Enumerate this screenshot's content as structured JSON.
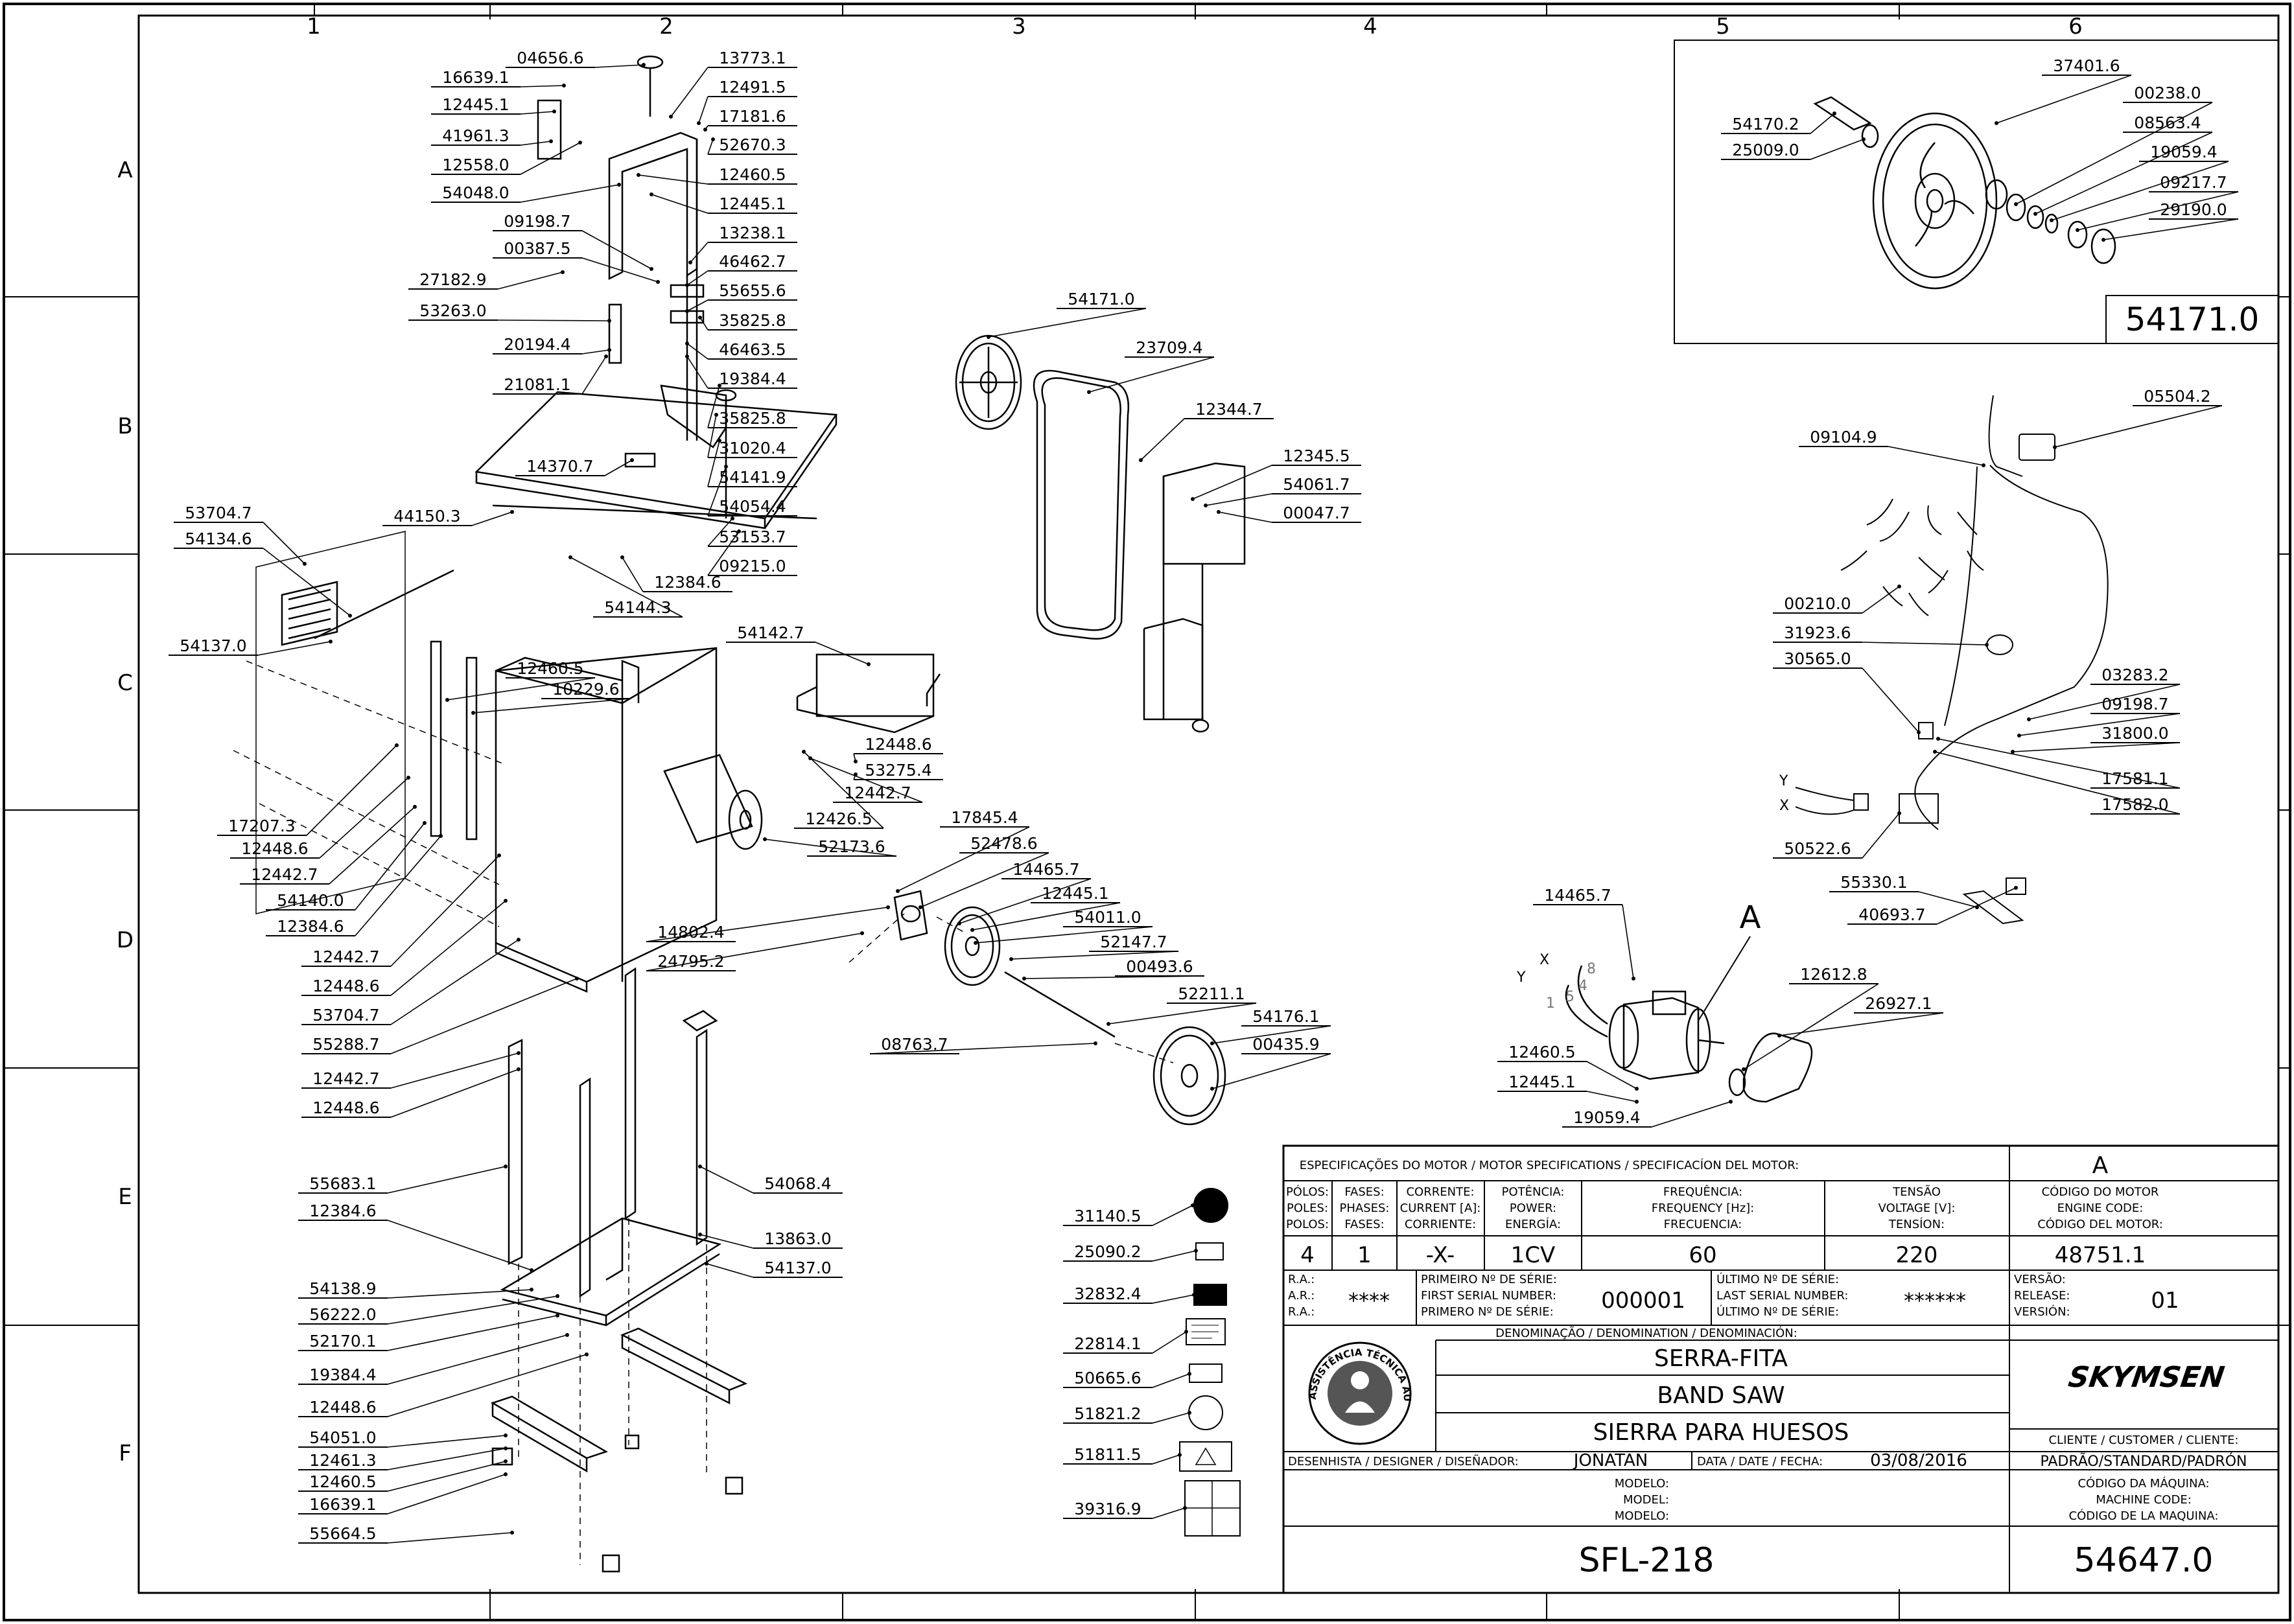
{
  "border": {
    "columns": [
      "1",
      "2",
      "3",
      "4",
      "5",
      "6"
    ],
    "rows": [
      "A",
      "B",
      "C",
      "D",
      "E",
      "F"
    ]
  },
  "parts": [
    {
      "id": "p01",
      "text": "16639.1"
    },
    {
      "id": "p02",
      "text": "12445.1"
    },
    {
      "id": "p03",
      "text": "41961.3"
    },
    {
      "id": "p04",
      "text": "12558.0"
    },
    {
      "id": "p05",
      "text": "54048.0"
    },
    {
      "id": "p06",
      "text": "04656.6"
    },
    {
      "id": "p07",
      "text": "13773.1"
    },
    {
      "id": "p08",
      "text": "12491.5"
    },
    {
      "id": "p09",
      "text": "17181.6"
    },
    {
      "id": "p10",
      "text": "52670.3"
    },
    {
      "id": "p11",
      "text": "12460.5"
    },
    {
      "id": "p12",
      "text": "12445.1"
    },
    {
      "id": "p13",
      "text": "09198.7"
    },
    {
      "id": "p14",
      "text": "00387.5"
    },
    {
      "id": "p15",
      "text": "27182.9"
    },
    {
      "id": "p16",
      "text": "53263.0"
    },
    {
      "id": "p17",
      "text": "20194.4"
    },
    {
      "id": "p18",
      "text": "21081.1"
    },
    {
      "id": "p19",
      "text": "13238.1"
    },
    {
      "id": "p20",
      "text": "46462.7"
    },
    {
      "id": "p21",
      "text": "55655.6"
    },
    {
      "id": "p22",
      "text": "35825.8"
    },
    {
      "id": "p23",
      "text": "46463.5"
    },
    {
      "id": "p24",
      "text": "19384.4"
    },
    {
      "id": "p25",
      "text": "35825.8"
    },
    {
      "id": "p26",
      "text": "31020.4"
    },
    {
      "id": "p27",
      "text": "54141.9"
    },
    {
      "id": "p28",
      "text": "54054.4"
    },
    {
      "id": "p29",
      "text": "53153.7"
    },
    {
      "id": "p30",
      "text": "09215.0"
    },
    {
      "id": "p31",
      "text": "14370.7"
    },
    {
      "id": "p32",
      "text": "44150.3"
    },
    {
      "id": "p33",
      "text": "54144.3"
    },
    {
      "id": "p34",
      "text": "12384.6"
    },
    {
      "id": "p35",
      "text": "53704.7"
    },
    {
      "id": "p36",
      "text": "54134.6"
    },
    {
      "id": "p37",
      "text": "54137.0"
    },
    {
      "id": "p38",
      "text": "12460.5"
    },
    {
      "id": "p39",
      "text": "10229.6"
    },
    {
      "id": "p40",
      "text": "17207.3"
    },
    {
      "id": "p41",
      "text": "12448.6"
    },
    {
      "id": "p42",
      "text": "12442.7"
    },
    {
      "id": "p43",
      "text": "54140.0"
    },
    {
      "id": "p44",
      "text": "12384.6"
    },
    {
      "id": "p45",
      "text": "12442.7"
    },
    {
      "id": "p46",
      "text": "12448.6"
    },
    {
      "id": "p47",
      "text": "53704.7"
    },
    {
      "id": "p48",
      "text": "55288.7"
    },
    {
      "id": "p49",
      "text": "12442.7"
    },
    {
      "id": "p50",
      "text": "12448.6"
    },
    {
      "id": "p51",
      "text": "55683.1"
    },
    {
      "id": "p52",
      "text": "12384.6"
    },
    {
      "id": "p53",
      "text": "54138.9"
    },
    {
      "id": "p54",
      "text": "56222.0"
    },
    {
      "id": "p55",
      "text": "52170.1"
    },
    {
      "id": "p56",
      "text": "19384.4"
    },
    {
      "id": "p57",
      "text": "12448.6"
    },
    {
      "id": "p58",
      "text": "54051.0"
    },
    {
      "id": "p59",
      "text": "12461.3"
    },
    {
      "id": "p60",
      "text": "12460.5"
    },
    {
      "id": "p61",
      "text": "16639.1"
    },
    {
      "id": "p62",
      "text": "55664.5"
    },
    {
      "id": "p63",
      "text": "54068.4"
    },
    {
      "id": "p64",
      "text": "13863.0"
    },
    {
      "id": "p65",
      "text": "54137.0"
    },
    {
      "id": "p66",
      "text": "54171.0"
    },
    {
      "id": "p67",
      "text": "23709.4"
    },
    {
      "id": "p68",
      "text": "12344.7"
    },
    {
      "id": "p69",
      "text": "12345.5"
    },
    {
      "id": "p70",
      "text": "54061.7"
    },
    {
      "id": "p71",
      "text": "00047.7"
    },
    {
      "id": "p72",
      "text": "54142.7"
    },
    {
      "id": "p73",
      "text": "12448.6"
    },
    {
      "id": "p74",
      "text": "53275.4"
    },
    {
      "id": "p75",
      "text": "12442.7"
    },
    {
      "id": "p76",
      "text": "12426.5"
    },
    {
      "id": "p77",
      "text": "52173.6"
    },
    {
      "id": "p78",
      "text": "17845.4"
    },
    {
      "id": "p79",
      "text": "52478.6"
    },
    {
      "id": "p80",
      "text": "14465.7"
    },
    {
      "id": "p81",
      "text": "12445.1"
    },
    {
      "id": "p82",
      "text": "54011.0"
    },
    {
      "id": "p83",
      "text": "52147.7"
    },
    {
      "id": "p84",
      "text": "00493.6"
    },
    {
      "id": "p85",
      "text": "52211.1"
    },
    {
      "id": "p86",
      "text": "54176.1"
    },
    {
      "id": "p87",
      "text": "00435.9"
    },
    {
      "id": "p88",
      "text": "14802.4"
    },
    {
      "id": "p89",
      "text": "24795.2"
    },
    {
      "id": "p90",
      "text": "08763.7"
    },
    {
      "id": "p91",
      "text": "31140.5"
    },
    {
      "id": "p92",
      "text": "25090.2"
    },
    {
      "id": "p93",
      "text": "32832.4"
    },
    {
      "id": "p94",
      "text": "22814.1"
    },
    {
      "id": "p95",
      "text": "50665.6"
    },
    {
      "id": "p96",
      "text": "51821.2"
    },
    {
      "id": "p97",
      "text": "51811.5"
    },
    {
      "id": "p98",
      "text": "39316.9"
    },
    {
      "id": "q01",
      "text": "54170.2"
    },
    {
      "id": "q02",
      "text": "25009.0"
    },
    {
      "id": "q03",
      "text": "37401.6"
    },
    {
      "id": "q04",
      "text": "00238.0"
    },
    {
      "id": "q05",
      "text": "08563.4"
    },
    {
      "id": "q06",
      "text": "19059.4"
    },
    {
      "id": "q07",
      "text": "09217.7"
    },
    {
      "id": "q08",
      "text": "29190.0"
    },
    {
      "id": "q09",
      "text": "09104.9"
    },
    {
      "id": "q10",
      "text": "05504.2"
    },
    {
      "id": "q11",
      "text": "00210.0"
    },
    {
      "id": "q12",
      "text": "31923.6"
    },
    {
      "id": "q13",
      "text": "30565.0"
    },
    {
      "id": "q14",
      "text": "03283.2"
    },
    {
      "id": "q15",
      "text": "09198.7"
    },
    {
      "id": "q16",
      "text": "31800.0"
    },
    {
      "id": "q17",
      "text": "17581.1"
    },
    {
      "id": "q18",
      "text": "17582.0"
    },
    {
      "id": "q19",
      "text": "50522.6"
    },
    {
      "id": "q20",
      "text": "55330.1"
    },
    {
      "id": "q21",
      "text": "40693.7"
    },
    {
      "id": "m01",
      "text": "14465.7"
    },
    {
      "id": "m02",
      "text": "12612.8"
    },
    {
      "id": "m03",
      "text": "26927.1"
    },
    {
      "id": "m04",
      "text": "12460.5"
    },
    {
      "id": "m05",
      "text": "12445.1"
    },
    {
      "id": "m06",
      "text": "19059.4"
    }
  ],
  "detail": {
    "code": "54171.0",
    "motor_marker": "A",
    "wire_labels": [
      "X",
      "Y",
      "8",
      "4",
      "1",
      "5"
    ],
    "switch_labels": [
      "Y",
      "X"
    ]
  },
  "title_block": {
    "spec_heading": "ESPECIFICAÇÕES DO MOTOR / MOTOR SPECIFICATIONS / SPECIFICACÍON DEL MOTOR:",
    "motor_ref_heading": "A",
    "spec_columns": [
      {
        "h1": "PÓLOS:",
        "h2": "POLES:",
        "h3": "POLOS:",
        "value": "4"
      },
      {
        "h1": "FASES:",
        "h2": "PHASES:",
        "h3": "FASES:",
        "value": "1"
      },
      {
        "h1": "CORRENTE:",
        "h2": "CURRENT [A]:",
        "h3": "CORRIENTE:",
        "value": "-X-"
      },
      {
        "h1": "POTÊNCIA:",
        "h2": "POWER:",
        "h3": "ENERGÍA:",
        "value": "1CV"
      },
      {
        "h1": "FREQUÊNCIA:",
        "h2": "FREQUENCY [Hz]:",
        "h3": "FRECUENCIA:",
        "value": "60"
      },
      {
        "h1": "TENSÃO",
        "h2": "VOLTAGE [V]:",
        "h3": "TENSÍON:",
        "value": "220"
      }
    ],
    "engine_code": {
      "h1": "CÓDIGO DO MOTOR",
      "h2": "ENGINE CODE:",
      "h3": "CÓDIGO DEL MOTOR:",
      "value": "48751.1"
    },
    "ra": {
      "l1": "R.A.:",
      "l2": "A.R.:",
      "l3": "R.A.:",
      "value": "****"
    },
    "first_serial": {
      "l1": "PRIMEIRO Nº DE SÉRIE:",
      "l2": "FIRST SERIAL NUMBER:",
      "l3": "PRIMERO Nº DE SÉRIE:",
      "value": "000001"
    },
    "last_serial": {
      "l1": "ÚLTIMO Nº DE SÉRIE:",
      "l2": "LAST SERIAL NUMBER:",
      "l3": "ÚLTIMO Nº DE SÉRIE:",
      "value": "******"
    },
    "version": {
      "l1": "VERSÃO:",
      "l2": "RELEASE:",
      "l3": "VERSIÓN:",
      "value": "01"
    },
    "denomination_heading": "DENOMINAÇÃO / DENOMINATION / DENOMINACIÓN:",
    "names": [
      "SERRA-FITA",
      "BAND SAW",
      "SIERRA PARA HUESOS"
    ],
    "brand": "SKYMSEN",
    "seal_text": "ASSISTÊNCIA TÉCNICA AUTORIZADA",
    "designer_label": "DESENHISTA / DESIGNER / DISEÑADOR:",
    "designer": "JONATAN",
    "date_label": "DATA / DATE / FECHA:",
    "date": "03/08/2016",
    "client_label": "CLIENTE / CUSTOMER / CLIENTE:",
    "client": "PADRÃO/STANDARD/PADRÓN",
    "model_labels": [
      "MODELO:",
      "MODEL:",
      "MODELO:"
    ],
    "model": "SFL-218",
    "machine_code_labels": [
      "CÓDIGO DA MÁQUINA:",
      "MACHINE CODE:",
      "CÓDIGO DE LA MAQUINA:"
    ],
    "machine_code": "54647.0"
  },
  "colors": {
    "ink": "#000000",
    "paper": "#ffffff",
    "gray": "#777777"
  }
}
